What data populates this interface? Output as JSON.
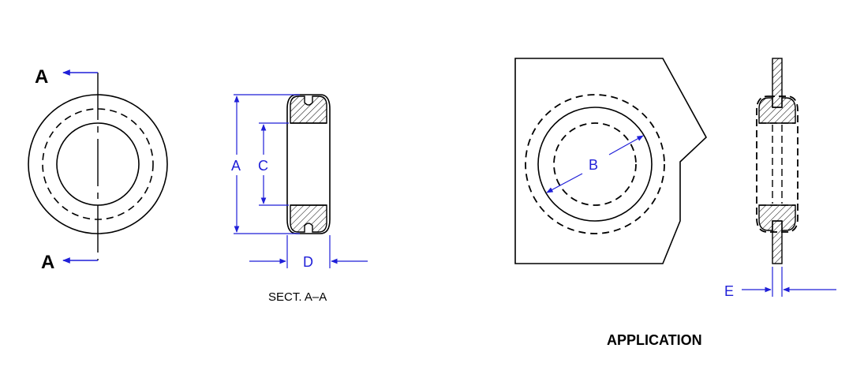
{
  "section_markers": {
    "top": "A",
    "bottom": "A"
  },
  "dimensions": {
    "a": "A",
    "c": "C",
    "d": "D",
    "b": "B",
    "e": "E"
  },
  "captions": {
    "section": "SECT. A–A",
    "application": "APPLICATION"
  },
  "colors": {
    "line": "#000000",
    "dimension": "#1f1fd8",
    "background": "#ffffff"
  }
}
